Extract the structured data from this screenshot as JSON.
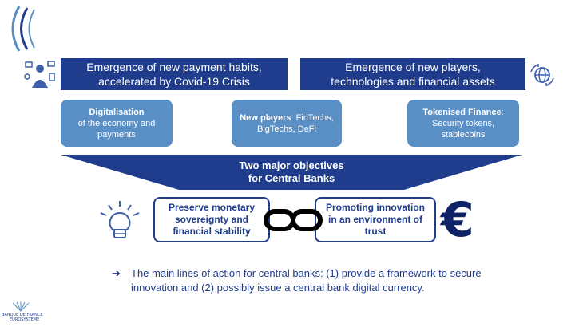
{
  "banners": {
    "left": "Emergence of new payment habits, accelerated by Covid-19 Crisis",
    "right": "Emergence of new players, technologies and financial assets"
  },
  "boxes": {
    "digitalisation_bold": "Digitalisation",
    "digitalisation_rest": "of the economy and payments",
    "newplayers_bold": "New players",
    "newplayers_rest": ": FinTechs, BigTechs, DeFi",
    "tokenised_bold": "Tokenised Finance",
    "tokenised_rest": ": Security tokens, stablecoins"
  },
  "objectives": {
    "title_line1": "Two major objectives",
    "title_line2": "for Central Banks",
    "left": "Preserve monetary sovereignty and financial stability",
    "right": "Promoting innovation in an environment of trust"
  },
  "euro_symbol": "€",
  "bottom": {
    "arrow": "➔",
    "text": "The main lines of action for central banks: (1) provide a framework to secure innovation and (2) possibly issue a central bank digital currency."
  },
  "logo": {
    "line1": "BANQUE DE FRANCE",
    "line2": "EUROSYSTÈME"
  },
  "colors": {
    "navy": "#1f3d8c",
    "light_blue": "#5a8fc6",
    "icon_blue": "#3d5fa8"
  }
}
